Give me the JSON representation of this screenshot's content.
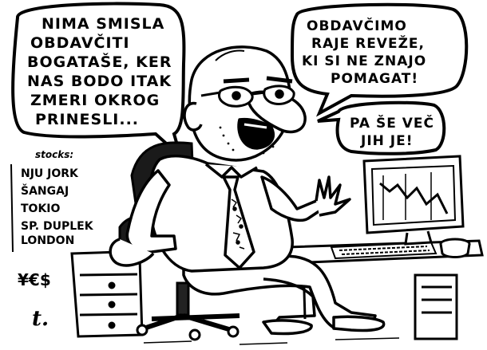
{
  "bubbles": {
    "left": [
      "NIMA SMISLA",
      "OBDAVČITI",
      "BOGATAŠE, KER",
      "NAS BODO ITAK",
      "ZMERI OKROG",
      "PRINESLI..."
    ],
    "right_top": [
      "OBDAVČIMO",
      "RAJE REVEŽE,",
      "KI SI NE ZNAJO",
      "POMAGAT!"
    ],
    "right_small": [
      "PA ŠE VEČ",
      "JIH JE!"
    ]
  },
  "stocks": {
    "header": "stocks:",
    "items": [
      "NJU JORK",
      "ŠANGAJ",
      "TOKIO",
      "SP. DUPLEK",
      "LONDON"
    ]
  },
  "currency_symbols": "¥€$",
  "signature": "t."
}
